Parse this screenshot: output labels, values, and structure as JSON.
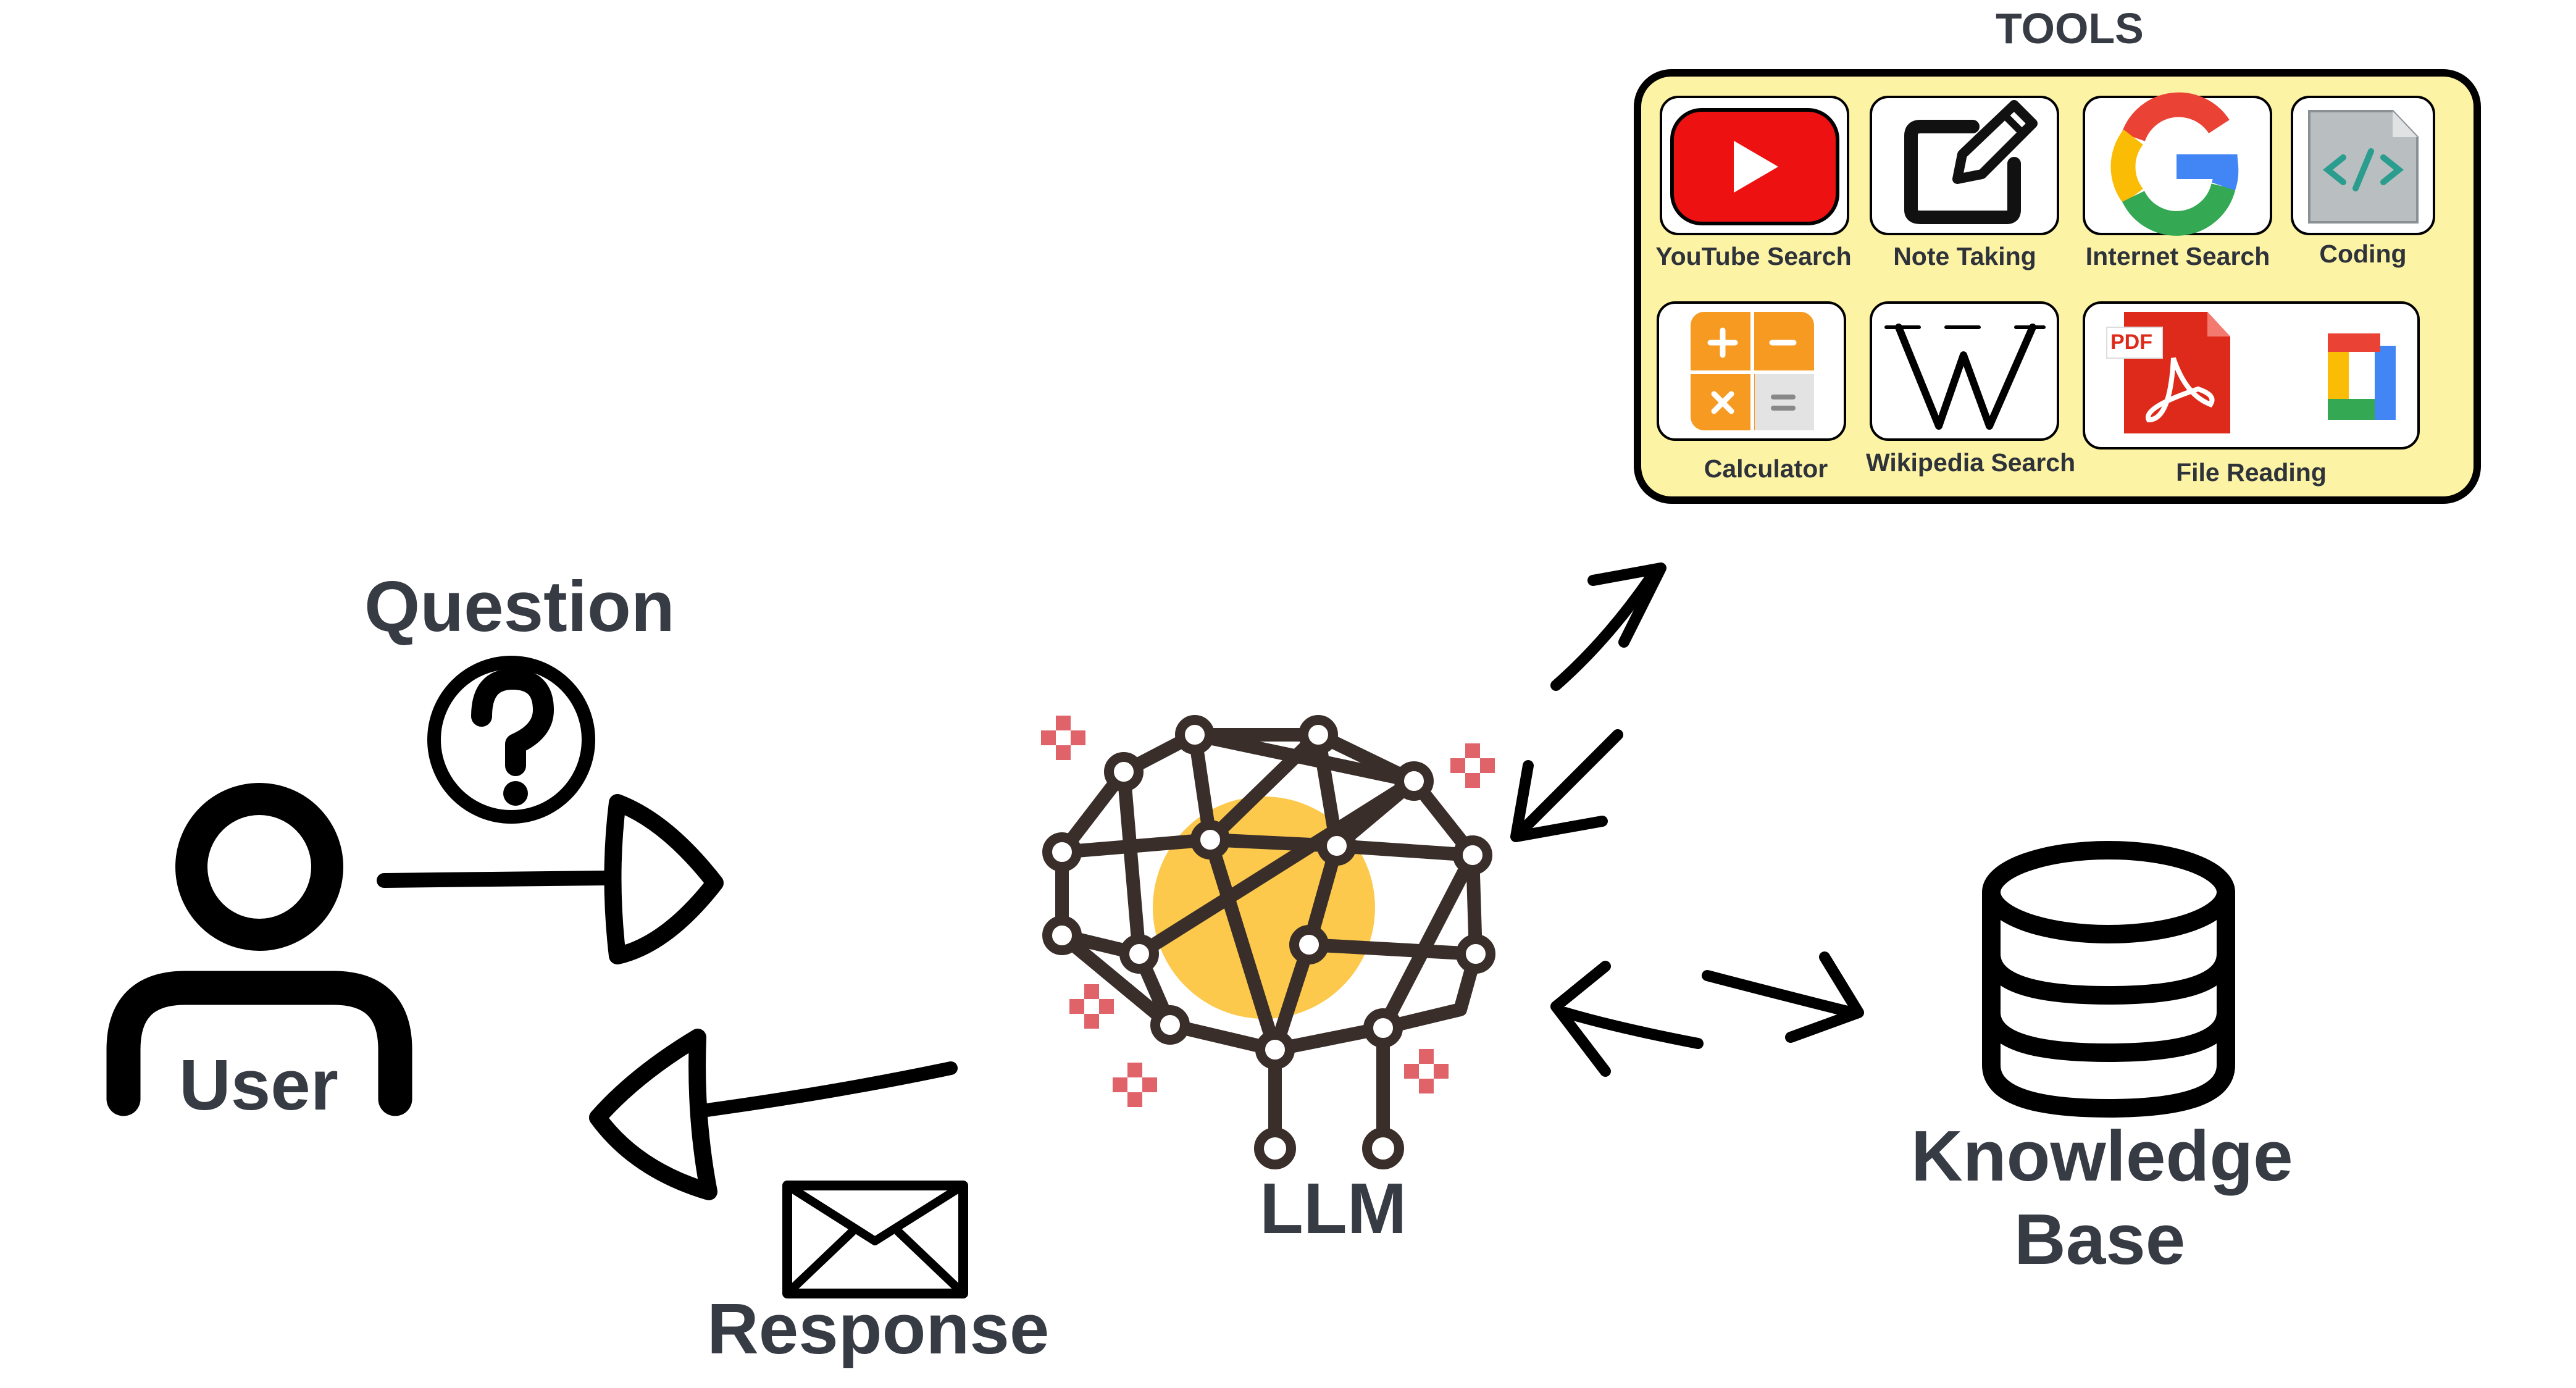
{
  "title": "TOOLS",
  "nodes": {
    "user": "User",
    "question": "Question",
    "response": "Response",
    "llm": "LLM",
    "knowledge_base": [
      "Knowledge",
      "Base"
    ]
  },
  "tools": [
    {
      "label": "YouTube Search",
      "icon": "youtube-icon"
    },
    {
      "label": "Note Taking",
      "icon": "note-edit-icon"
    },
    {
      "label": "Internet Search",
      "icon": "google-icon"
    },
    {
      "label": "Coding",
      "icon": "code-file-icon"
    },
    {
      "label": "Calculator",
      "icon": "calculator-icon"
    },
    {
      "label": "Wikipedia Search",
      "icon": "wikipedia-icon"
    },
    {
      "label": "File Reading",
      "icon": "pdf-docs-icon",
      "pdf_tag": "PDF"
    }
  ],
  "colors": {
    "text": "#373b44",
    "tools_panel": "#fdf3a4",
    "brain_glow": "#fcc94c",
    "brain_lines": "#3a2e2a",
    "sparkle": "#e0636a",
    "youtube": "#ee1111",
    "calculator": "#f69a21",
    "pdf": "#dd2a1b"
  }
}
